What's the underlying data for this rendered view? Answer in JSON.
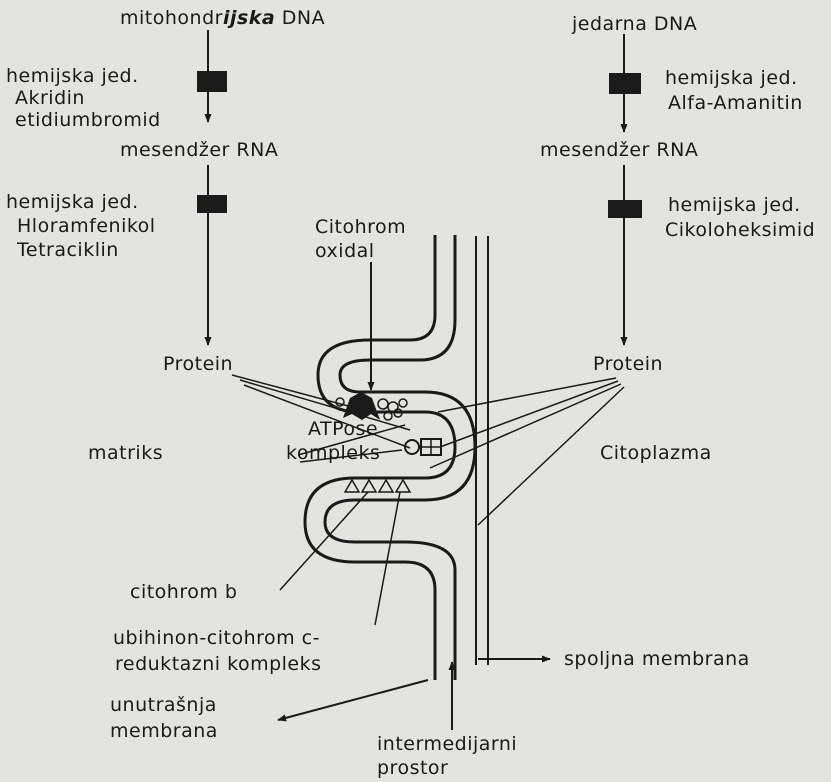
{
  "left": {
    "source_pre": "mitohondr",
    "source_bold": "ijska",
    "source_post": " DNA",
    "inhibitor1": [
      "hemijska jed.",
      "Akridin",
      "etidiumbromid"
    ],
    "mrna": "mesendžer RNA",
    "inhibitor2": [
      "hemijska jed.",
      "Hloramfenikol",
      "Tetraciklin"
    ],
    "protein": "Protein"
  },
  "right": {
    "source": "jedarna DNA",
    "inhibitor1": [
      "hemijska jed.",
      "Alfa-Amanitin"
    ],
    "mrna": "mesendžer RNA",
    "inhibitor2": [
      "hemijska jed.",
      "Cikoloheksimid"
    ],
    "protein": "Protein"
  },
  "center": {
    "cytochrome_oxidase": [
      "Citohrom",
      "oxidal"
    ],
    "atpase": [
      "ATPose",
      "kompleks"
    ],
    "cytochrome_b": "citohrom b",
    "ubiquinone": [
      "ubihinon-citohrom c-",
      "reduktazni kompleks"
    ],
    "inner_membrane": [
      "unutrašnja",
      "membrana"
    ],
    "intermembrane": [
      "intermedijarni",
      "prostor"
    ],
    "outer_membrane": "spoljna membrana"
  },
  "regions": {
    "matrix": "matriks",
    "cytoplasm": "Citoplazma"
  },
  "colors": {
    "ink": "#1a1a1a",
    "background": "#e3e3e0"
  }
}
